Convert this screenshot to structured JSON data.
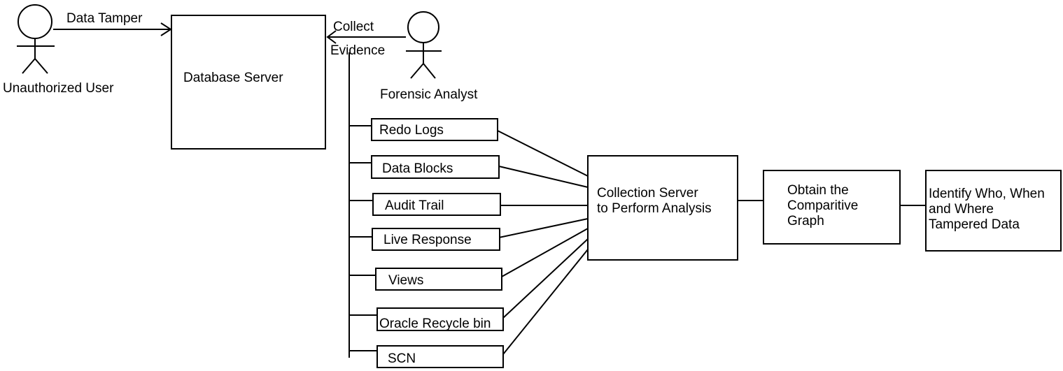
{
  "actors": {
    "unauthorized_user": "Unauthorized User",
    "forensic_analyst": "Forensic Analyst"
  },
  "edges": {
    "data_tamper": "Data Tamper",
    "collect": "Collect",
    "evidence": "Evidence"
  },
  "nodes": {
    "database_server": "Database Server",
    "evidence_sources": [
      "Redo Logs",
      "Data Blocks",
      "Audit Trail",
      "Live Response",
      "Views",
      "Oracle Recycle bin",
      "SCN"
    ],
    "collection_server": [
      "Collection Server",
      "to Perform Analysis"
    ],
    "comparative_graph": [
      "Obtain the",
      "Comparitive",
      "Graph"
    ],
    "identify": [
      "Identify Who, When",
      "and Where",
      "Tampered Data"
    ]
  }
}
